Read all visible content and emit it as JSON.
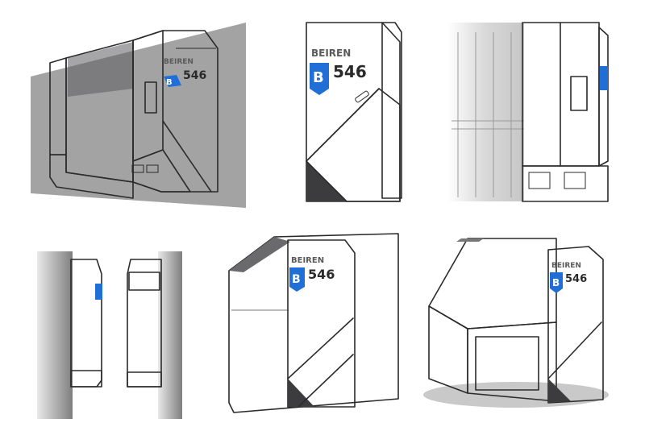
{
  "product": {
    "brand": "BEIREN",
    "badge_letter": "B",
    "model": "546"
  },
  "colors": {
    "accent_blue": "#1f6fd6",
    "panel_white": "#f4f5f7",
    "dark_metal": "#3c3c3e",
    "shadow_grey": "#9a9a9a"
  }
}
